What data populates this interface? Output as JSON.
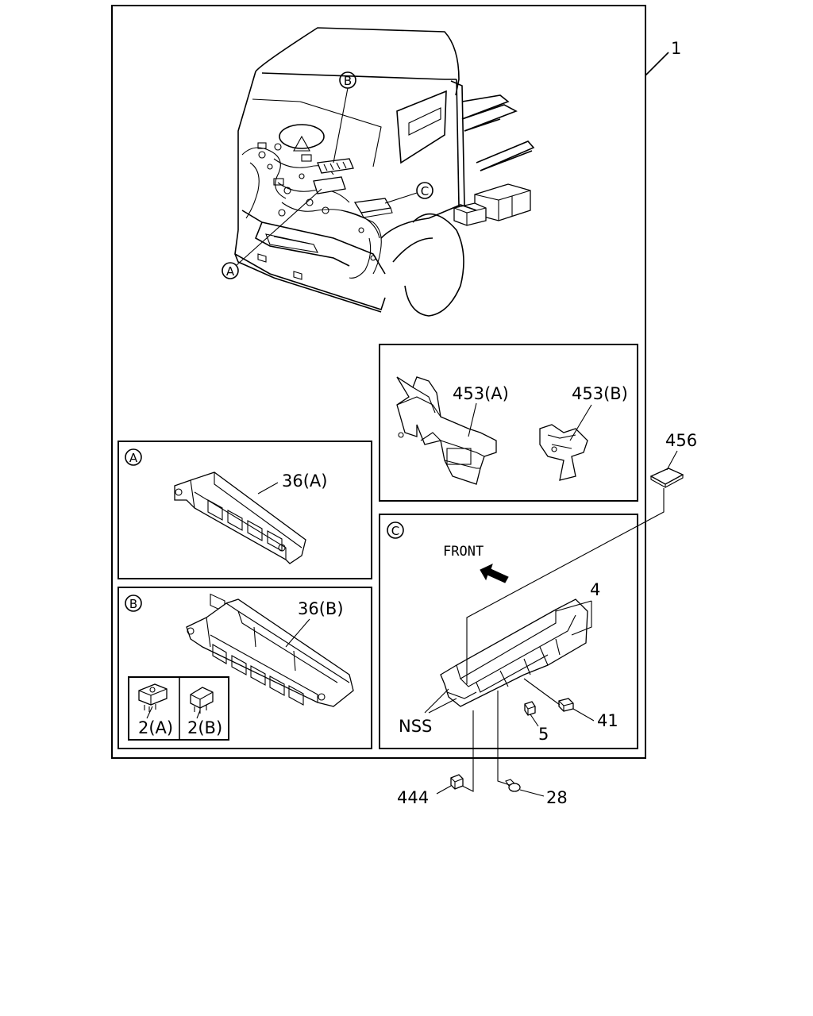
{
  "labels": {
    "main": "1",
    "callout_a": "A",
    "callout_b": "B",
    "callout_c": "C",
    "box_a_badge": "A",
    "box_b_badge": "B",
    "box_c_badge": "C",
    "p36a": "36(A)",
    "p36b": "36(B)",
    "p2a": "2(A)",
    "p2b": "2(B)",
    "p453a": "453(A)",
    "p453b": "453(B)",
    "p456": "456",
    "front": "FRONT",
    "p4": "4",
    "p41": "41",
    "p5": "5",
    "nss": "NSS",
    "p444": "444",
    "p28": "28"
  }
}
